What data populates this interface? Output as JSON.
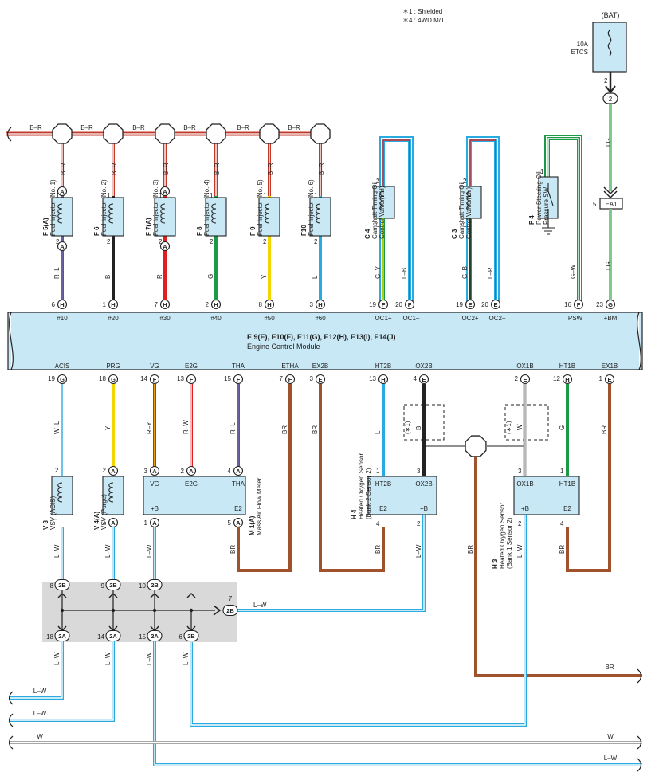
{
  "notes": [
    "＊1 : Shielded",
    "＊4 : 4WD M/T"
  ],
  "power": {
    "label": "(BAT)",
    "fuse": "10A",
    "fuse_name": "ETCS",
    "pin": "2",
    "connector_pin": "2"
  },
  "ea1": {
    "label": "EA1",
    "pin": "5"
  },
  "bus_label": "B–R",
  "injectors": [
    {
      "code": "F 5(A)",
      "name": "Fuel Injector (No. 1)",
      "top_pin": "A",
      "in_pin": "1",
      "out_pin": "2",
      "bot_pin": "A",
      "wire": "R–L",
      "ecu_no": "6",
      "ecu_letter": "H",
      "ecu_label": "#10",
      "top_wire": "B–R"
    },
    {
      "code": "F 6",
      "name": "Fuel Injector (No. 2)",
      "top_pin": "",
      "in_pin": "1",
      "out_pin": "2",
      "bot_pin": "",
      "wire": "B",
      "ecu_no": "1",
      "ecu_letter": "H",
      "ecu_label": "#20",
      "top_wire": "B–R"
    },
    {
      "code": "F 7(A)",
      "name": "Fuel Injector (No. 3)",
      "top_pin": "A",
      "in_pin": "1",
      "out_pin": "2",
      "bot_pin": "A",
      "wire": "R",
      "ecu_no": "7",
      "ecu_letter": "H",
      "ecu_label": "#30",
      "top_wire": "B–R"
    },
    {
      "code": "F 8",
      "name": "Fuel Injector (No. 4)",
      "top_pin": "",
      "in_pin": "1",
      "out_pin": "2",
      "bot_pin": "",
      "wire": "G",
      "ecu_no": "2",
      "ecu_letter": "H",
      "ecu_label": "#40",
      "top_wire": "B–R"
    },
    {
      "code": "F 9",
      "name": "Fuel Injector (No. 5)",
      "top_pin": "",
      "in_pin": "1",
      "out_pin": "2",
      "bot_pin": "",
      "wire": "Y",
      "ecu_no": "8",
      "ecu_letter": "H",
      "ecu_label": "#50",
      "top_wire": "B–R"
    },
    {
      "code": "F10",
      "name": "Fuel Injector (No. 6)",
      "top_pin": "",
      "in_pin": "1",
      "out_pin": "2",
      "bot_pin": "",
      "wire": "L",
      "ecu_no": "3",
      "ecu_letter": "H",
      "ecu_label": "#60",
      "top_wire": "B–R"
    }
  ],
  "cam_rh": {
    "code": "C 4",
    "name1": "Camshaft Timing Oil",
    "name2": "Control Valve (RH)",
    "pin_top": "2",
    "pin_bot": "1",
    "wire_a": "G–Y",
    "wire_b": "L–B",
    "pin_a": "19",
    "pin_b": "20",
    "letter": "F",
    "label_a": "OC1+",
    "label_b": "OC1–"
  },
  "cam_lh": {
    "code": "C 3",
    "name1": "Camshaft Timing Oil",
    "name2": "Control Valve (LH)",
    "pin_top": "2",
    "pin_bot": "1",
    "wire_a": "G–B",
    "wire_b": "L–R",
    "pin_a": "19",
    "pin_b": "20",
    "letter": "E",
    "label_a": "OC2+",
    "label_b": "OC2–"
  },
  "psw": {
    "code": "P 4",
    "name1": "Power Steering Oil",
    "name2": "Pressure SW",
    "pin": "1",
    "wire": "G–W",
    "ecu_no": "16",
    "letter": "F",
    "label": "PSW"
  },
  "bm": {
    "wire": "LG",
    "ecu_no": "23",
    "letter": "G",
    "label": "+BM"
  },
  "ecm": {
    "line1": "E 9(E), E10(F), E11(G), E12(H), E13(I), E14(J)",
    "line2": "Engine Control Module"
  },
  "bottom_pins": [
    {
      "no": "19",
      "letter": "G",
      "label": "ACIS"
    },
    {
      "no": "18",
      "letter": "G",
      "label": "PRG"
    },
    {
      "no": "14",
      "letter": "F",
      "label": "VG"
    },
    {
      "no": "13",
      "letter": "F",
      "label": "E2G"
    },
    {
      "no": "15",
      "letter": "F",
      "label": "THA"
    },
    {
      "no": "7",
      "letter": "F",
      "label": "ETHA"
    },
    {
      "no": "3",
      "letter": "E",
      "label": "EX2B"
    },
    {
      "no": "13",
      "letter": "H",
      "label": "HT2B"
    },
    {
      "no": "4",
      "letter": "E",
      "label": "OX2B"
    },
    {
      "no": "2",
      "letter": "E",
      "label": "OX1B"
    },
    {
      "no": "12",
      "letter": "H",
      "label": "HT1B"
    },
    {
      "no": "1",
      "letter": "E",
      "label": "EX1B"
    }
  ],
  "wires": {
    "acis": "W–L",
    "prg": "Y",
    "vg": "R–Y",
    "e2g": "R–W",
    "tha": "R–L",
    "etha": "BR",
    "ex2b": "BR",
    "ht2b": "L",
    "ox2b": "B",
    "ox1b": "W",
    "ht1b": "G",
    "ex1b": "BR",
    "lw": "L–W",
    "br": "BR",
    "w": "W",
    "shield": "(∗1)"
  },
  "vsv_acis": {
    "code": "V 3",
    "name": "VSV (ACIS)",
    "pin_top": "2",
    "pin_bot": "1"
  },
  "vsv_purge": {
    "code": "V 4(A)",
    "name": "VSV (Purge)",
    "pin_top": "2",
    "pin_bot": "1",
    "letter": "A"
  },
  "maf": {
    "code": "M 1(A)",
    "name": "Mass Air Flow Meter",
    "vg": "VG",
    "e2g": "E2G",
    "tha": "THA",
    "pb": "+B",
    "e2": "E2",
    "p3": "3",
    "p2": "2",
    "p4": "4",
    "p1": "1",
    "p5": "5",
    "letter": "A"
  },
  "h4": {
    "code": "H 4",
    "name1": "Heated Oxygen Sensor",
    "name2": "(Bank 2 Sensor 2)",
    "ht": "HT2B",
    "ox": "OX2B",
    "e2": "E2",
    "pb": "+B",
    "p1": "1",
    "p3": "3",
    "p4": "4",
    "p2": "2"
  },
  "h3": {
    "code": "H 3",
    "name1": "Heated Oxygen Sensor",
    "name2": "(Bank 1 Sensor 2)",
    "ox": "OX1B",
    "ht": "HT1B",
    "pb": "+B",
    "e2": "E2",
    "p3": "3",
    "p1": "1",
    "p2": "2",
    "p4": "4"
  },
  "junction": {
    "top": [
      {
        "no": "8",
        "id": "2B"
      },
      {
        "no": "9",
        "id": "2B"
      },
      {
        "no": "10",
        "id": "2B"
      }
    ],
    "right": {
      "no": "7",
      "id": "2B"
    },
    "bottom": [
      {
        "no": "18",
        "id": "2A"
      },
      {
        "no": "14",
        "id": "2A"
      },
      {
        "no": "15",
        "id": "2A"
      },
      {
        "no": "6",
        "id": "2B"
      }
    ]
  }
}
